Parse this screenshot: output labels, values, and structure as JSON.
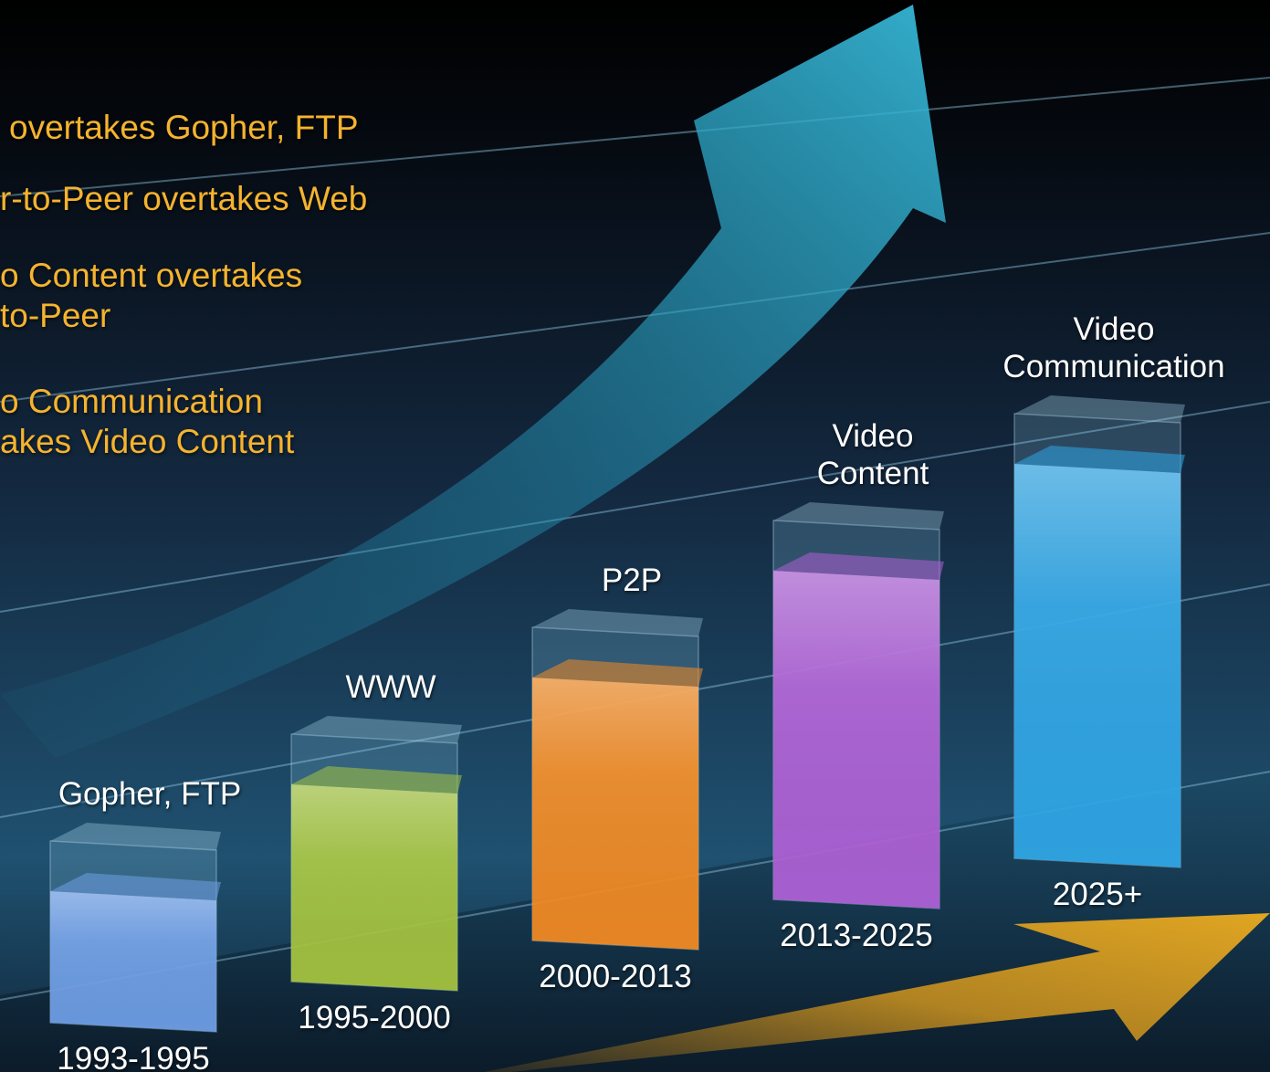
{
  "chart_data": {
    "type": "bar",
    "categories": [
      "1993-1995",
      "1995-2000",
      "2000-2013",
      "2013-2025",
      "2025+"
    ],
    "series": [
      {
        "labels": [
          "Gopher, FTP",
          "WWW",
          "P2P",
          "Video\nContent",
          "Video\nCommunication"
        ],
        "values": [
          2,
          3,
          4,
          5,
          6
        ],
        "colors": [
          "#6f9ee6",
          "#a6c43c",
          "#f58a20",
          "#b05ed6",
          "#2ea6e6"
        ]
      }
    ]
  },
  "milestones": [
    "overtakes Gopher, FTP",
    "r-to-Peer overtakes Web",
    "o Content overtakes\nto-Peer",
    "o Communication\nakes Video Content"
  ]
}
